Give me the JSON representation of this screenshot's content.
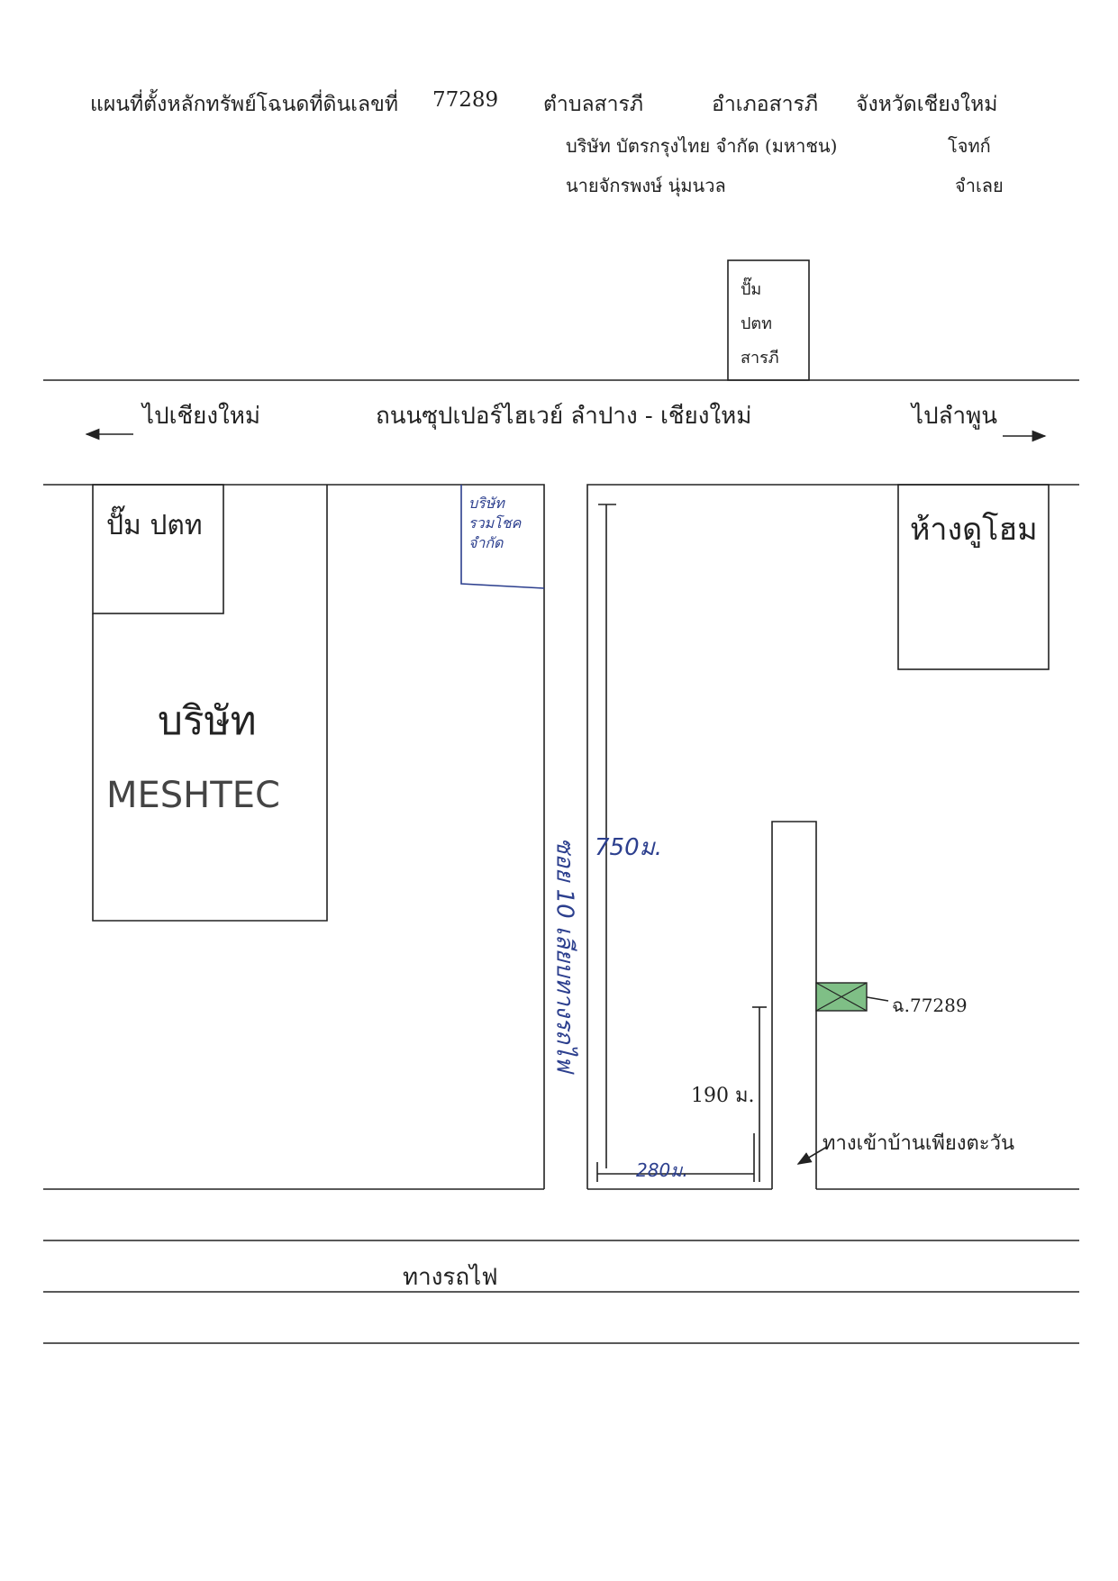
{
  "header": {
    "title": "แผนที่ตั้งหลักทรัพย์โฉนดที่ดินเลขที่",
    "deed_number": "77289",
    "subdistrict": "ตำบลสารภี",
    "district": "อำเภอสารภี",
    "province": "จังหวัดเชียงใหม่",
    "plaintiff_name": "บริษัท บัตรกรุงไทย จำกัด (มหาชน)",
    "plaintiff_role": "โจทก์",
    "defendant_name": "นายจักรพงษ์  นุ่มนวล",
    "defendant_role": "จำเลย"
  },
  "map": {
    "ptt_station_top": [
      "ปั๊ม",
      "ปตท",
      "สารภี"
    ],
    "to_left": "ไปเชียงใหม่",
    "highway": "ถนนซุปเปอร์ไฮเวย์ ลำปาง - เชียงใหม่",
    "to_right": "ไปลำพูน",
    "ptt_station_left": "ปั๊ม ปตท",
    "company_thai": "บริษัท",
    "company_name": "MESHTEC",
    "small_company": [
      "บริษัท",
      "รวมโชค",
      "จำกัด"
    ],
    "dohome": "ห้างดูโฮม",
    "soi_label": "ซอย 10 เลียบทางรถไฟ",
    "dist_750": "750ม.",
    "dist_280": "280ม.",
    "dist_190": "190 ม.",
    "plot_label": "ฉ.77289",
    "village_entrance": "ทางเข้าบ้านเพียงตะวัน",
    "railway": "ทางรถไฟ"
  },
  "colors": {
    "ink": "#222222",
    "handwriting": "#2c3f8e",
    "plot_fill": "#7fbf86"
  }
}
